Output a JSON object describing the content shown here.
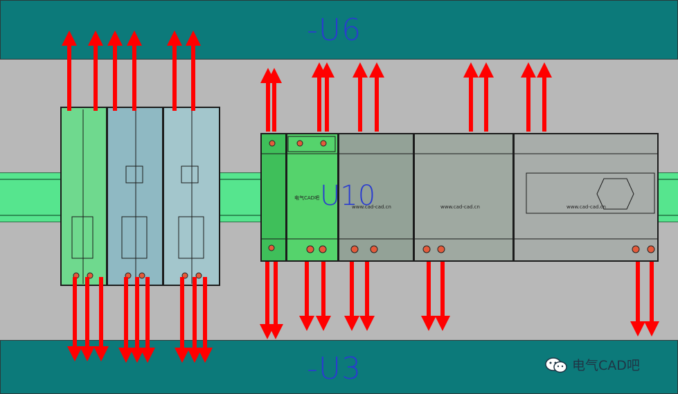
{
  "diagram": {
    "duct_top_label": "-U6",
    "duct_bottom_label": "-U3",
    "module_label_u10": "U10",
    "device_text_a": "电气CAD吧",
    "device_text_b": "www.cad-cad.cn",
    "device_text_c": "www.cad-cad.cn",
    "device_text_d": "www.cad-cad.cn"
  },
  "watermark": {
    "text": "电气CAD吧",
    "icon": "wechat-icon"
  },
  "colors": {
    "duct": "#0c7a7a",
    "rail": "#56e58e",
    "arrow": "#ff0000",
    "label": "#2a3ccf"
  }
}
